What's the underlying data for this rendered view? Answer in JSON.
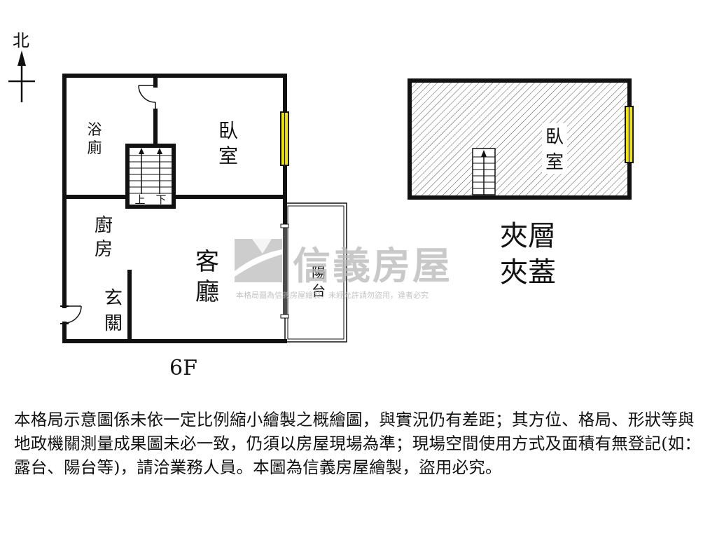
{
  "compass": {
    "label": "北"
  },
  "floor_6f": {
    "floor_label": "6F",
    "rooms": {
      "bath_1": "浴",
      "bath_2": "廁",
      "bedroom_1": "臥",
      "bedroom_2": "室",
      "kitchen_1": "廚",
      "kitchen_2": "房",
      "living_1": "客",
      "living_2": "廳",
      "entry_1": "玄",
      "entry_2": "關",
      "balcony_1": "陽",
      "balcony_2": "台"
    },
    "stairs": {
      "up": "上",
      "down": "下"
    }
  },
  "mezzanine": {
    "room_1": "臥",
    "room_2": "室",
    "title_1": "夾層",
    "title_2": "夾蓋"
  },
  "watermark": {
    "brand": "信義房屋",
    "notice": "本格局圖為信義房屋繪製，未經允許請勿盜用，違者必究"
  },
  "disclaimer": "本格局示意圖係未依一定比例縮小繪製之概繪圖，與實況仍有差距；其方位、格局、形狀等與地政機關測量成果圖未必一致，仍須以房屋現場為準；現場空間使用方式及面積有無登記(如：露台、陽台等)，請洽業務人員。本圖為信義房屋繪製，盜用必究。",
  "colors": {
    "wall": "#111111",
    "window": "#f2e600",
    "watermark": "#b8b8b8"
  }
}
